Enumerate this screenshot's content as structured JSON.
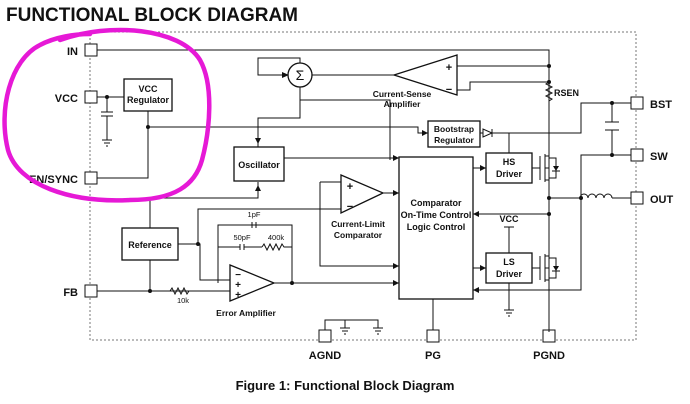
{
  "title": "FUNCTIONAL BLOCK DIAGRAM",
  "caption": "Figure 1: Functional Block Diagram",
  "pins": {
    "in": "IN",
    "vcc": "VCC",
    "en_sync": "EN/SYNC",
    "fb": "FB",
    "bst": "BST",
    "sw": "SW",
    "out": "OUT",
    "agnd": "AGND",
    "pg": "PG",
    "pgnd": "PGND"
  },
  "blocks": {
    "vcc_regulator": [
      "VCC",
      "Regulator"
    ],
    "oscillator": "Oscillator",
    "reference": "Reference",
    "bootstrap_regulator": [
      "Bootstrap",
      "Regulator"
    ],
    "hs_driver": [
      "HS",
      "Driver"
    ],
    "ls_driver": [
      "LS",
      "Driver"
    ],
    "control": [
      "Comparator",
      "On-Time Control",
      "Logic Control"
    ]
  },
  "labels": {
    "current_sense_amp": [
      "Current-Sense",
      "Amplifier"
    ],
    "current_limit_comp": [
      "Current-Limit",
      "Comparator"
    ],
    "error_amp": "Error Amplifier",
    "rsen": "RSEN",
    "vcc_supply": "VCC",
    "sum": "Σ",
    "plus": "+",
    "minus": "−"
  },
  "components": {
    "c1": "1pF",
    "c2": "50pF",
    "r1": "400k",
    "r2": "10k"
  },
  "annotation_color": "#e619d6"
}
